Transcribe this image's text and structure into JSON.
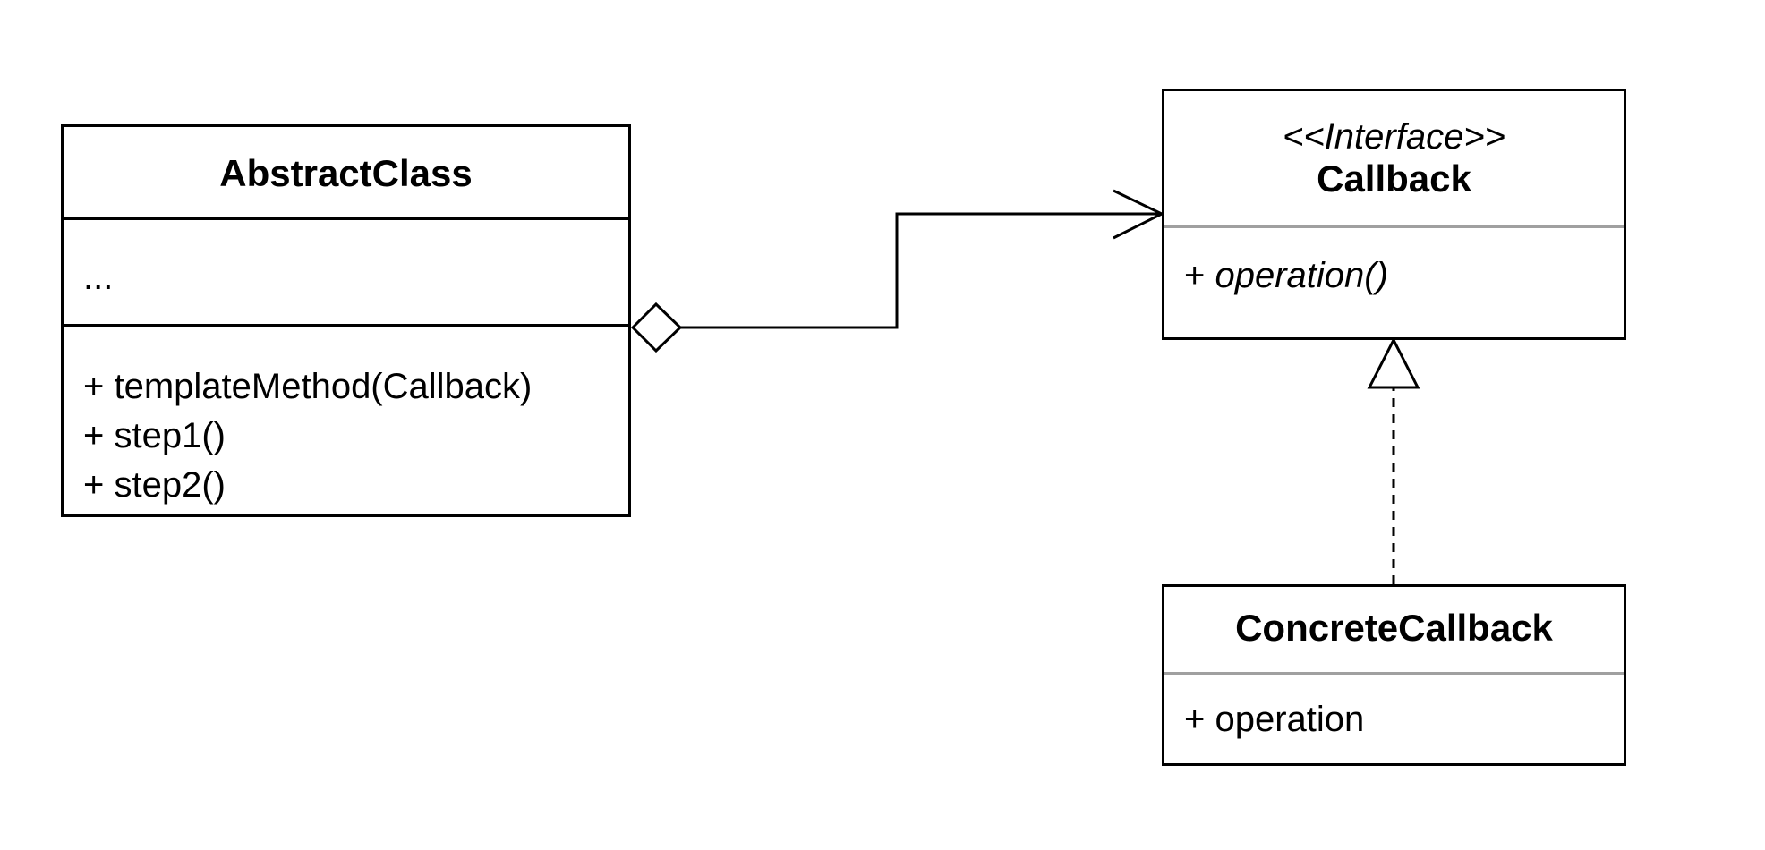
{
  "diagram": {
    "abstract_class": {
      "name": "AbstractClass",
      "attributes": [
        "..."
      ],
      "operations": [
        "+ templateMethod(Callback)",
        "+ step1()",
        "+ step2()"
      ]
    },
    "callback": {
      "stereotype": "<<Interface>>",
      "name": "Callback",
      "operations": [
        {
          "prefix": "+ ",
          "name": "operation()",
          "italic": true
        }
      ]
    },
    "concrete_callback": {
      "name": "ConcreteCallback",
      "operations": [
        "+ operation"
      ]
    },
    "relationships": [
      {
        "type": "aggregation",
        "from": "AbstractClass",
        "to": "Callback"
      },
      {
        "type": "realization",
        "from": "ConcreteCallback",
        "to": "Callback"
      }
    ],
    "colors": {
      "line": "#000000",
      "divider_gray": "#a0a0a0",
      "background": "#ffffff"
    }
  }
}
